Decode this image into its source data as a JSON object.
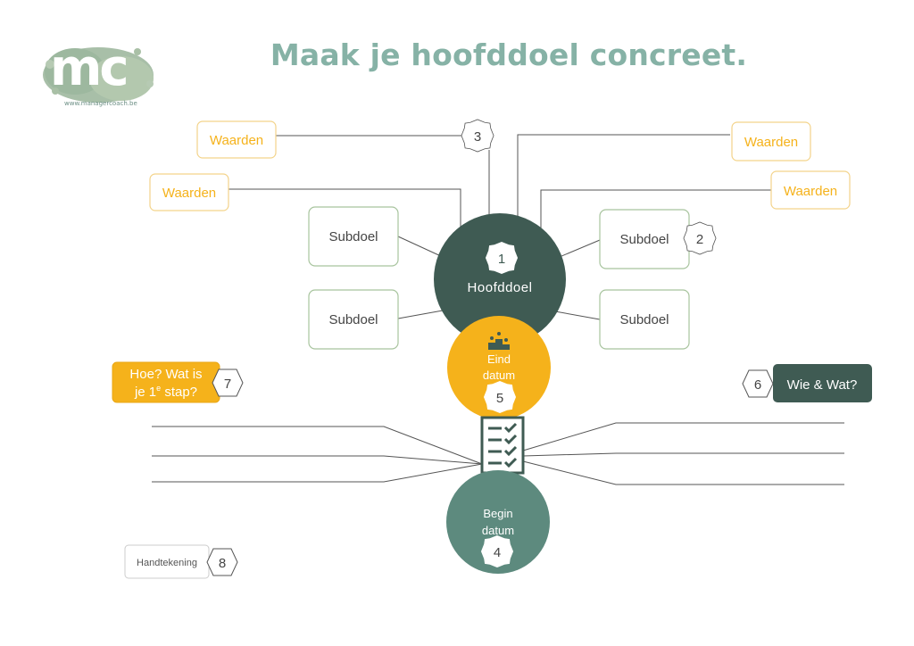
{
  "title": "Maak je hoofddoel concreet.",
  "logo": {
    "text": "mc",
    "url": "www.managercoach.be"
  },
  "values_label": "Waarden",
  "subgoal_label": "Subdoel",
  "main_goal": {
    "label": "Hoofddoel",
    "number": "1"
  },
  "end_date": {
    "line1": "Eind",
    "line2": "datum",
    "number": "5"
  },
  "start_date": {
    "line1": "Begin",
    "line2": "datum",
    "number": "4"
  },
  "how": {
    "line1": "Hoe? Wat is",
    "line2": "je 1",
    "sup": "e",
    "line2_end": " stap?",
    "number": "7"
  },
  "who": {
    "label": "Wie & Wat?",
    "number": "6"
  },
  "signature": {
    "label": "Handtekening",
    "number": "8"
  },
  "markers": {
    "values": "3",
    "subgoal": "2"
  },
  "colors": {
    "title": "#86b2a6",
    "dark_green": "#3f5b53",
    "mid_green": "#5d8a7e",
    "yellow": "#f5b21b",
    "box_border_green": "#a8c49e",
    "box_border_yellow": "#f3d38a",
    "line": "#555555"
  }
}
